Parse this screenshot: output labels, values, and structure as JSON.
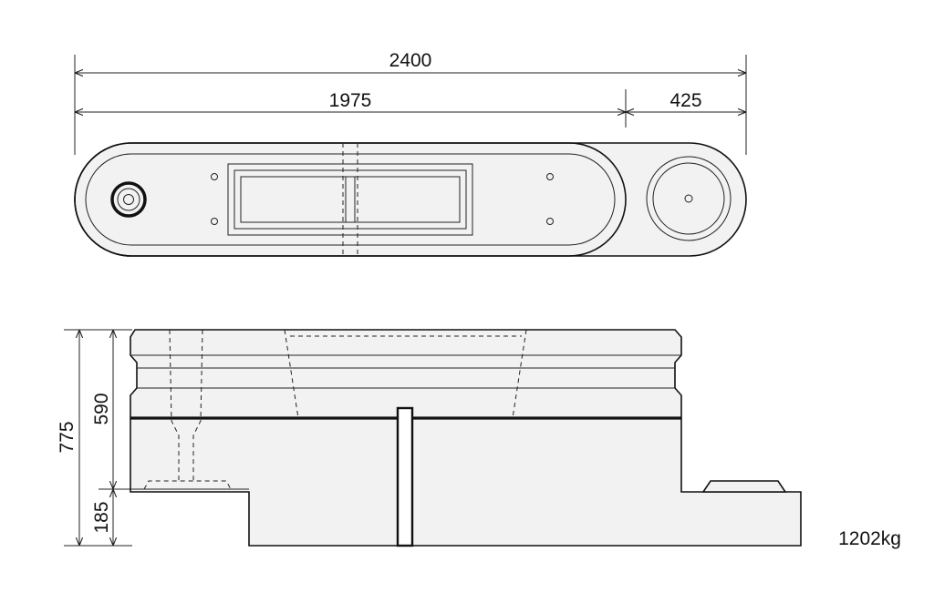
{
  "dimensions": {
    "total_length": "2400",
    "main_length": "1975",
    "end_length": "425",
    "total_height": "775",
    "upper_height": "590",
    "lower_height": "185"
  },
  "weight": "1202kg",
  "colors": {
    "line": "#111111",
    "fill": "#f2f2f2",
    "background": "#ffffff"
  }
}
